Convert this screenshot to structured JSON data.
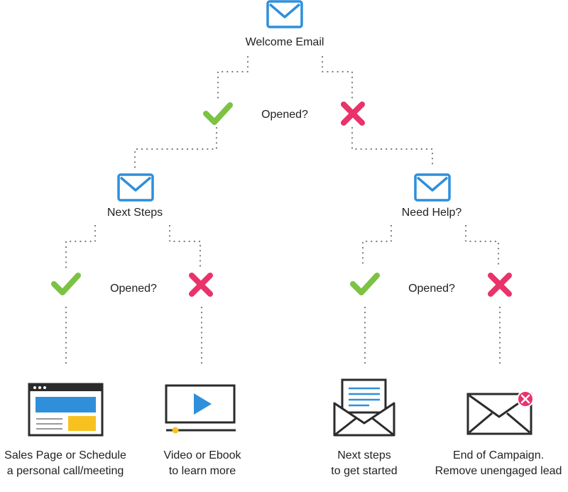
{
  "colors": {
    "email_blue": "#2f8fdb",
    "check_green": "#7cc243",
    "cross_red": "#e8336b",
    "outline_dark": "#2b2b2b",
    "sales_yellow": "#f7c220",
    "dotted_line": "#7a7a7a"
  },
  "nodes": {
    "welcome": {
      "label": "Welcome Email",
      "icon": "envelope-icon"
    },
    "q1": {
      "label": "Opened?"
    },
    "next_steps": {
      "label": "Next Steps",
      "icon": "envelope-icon"
    },
    "need_help": {
      "label": "Need Help?",
      "icon": "envelope-icon"
    },
    "q2_left": {
      "label": "Opened?"
    },
    "q2_right": {
      "label": "Opened?"
    }
  },
  "outcomes": [
    {
      "line1": "Sales Page or Schedule",
      "line2": "a personal call/meeting",
      "icon": "browser-window-icon"
    },
    {
      "line1": "Video or Ebook",
      "line2": "to learn more",
      "icon": "video-player-icon"
    },
    {
      "line1": "Next steps",
      "line2": "to get started",
      "icon": "open-envelope-letter-icon"
    },
    {
      "line1": "End of Campaign.",
      "line2": "Remove unengaged lead",
      "icon": "envelope-error-icon"
    }
  ]
}
